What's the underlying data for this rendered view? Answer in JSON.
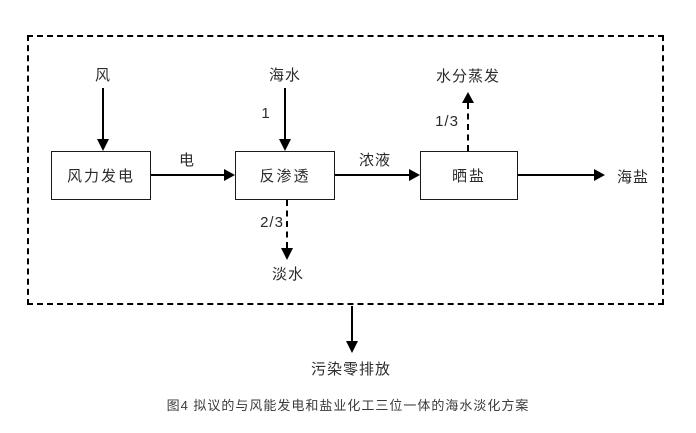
{
  "figure": {
    "caption": "图4  拟议的与风能发电和盐业化工三位一体的海水淡化方案",
    "boxes": {
      "wind_power": "风力发电",
      "reverse_osmosis": "反渗透",
      "salt_drying": "晒盐"
    },
    "flow_labels": {
      "wind": "风",
      "seawater": "海水",
      "seawater_fraction": "1",
      "electricity": "电",
      "brine": "浓液",
      "evaporation": "水分蒸发",
      "evaporation_fraction": "1/3",
      "freshwater": "淡水",
      "freshwater_fraction": "2/3",
      "sea_salt": "海盐",
      "zero_pollution": "污染零排放"
    },
    "colors": {
      "line": "#000000",
      "text": "#2b2b2b",
      "caption_text": "#3a3a3a",
      "background": "#ffffff"
    }
  }
}
